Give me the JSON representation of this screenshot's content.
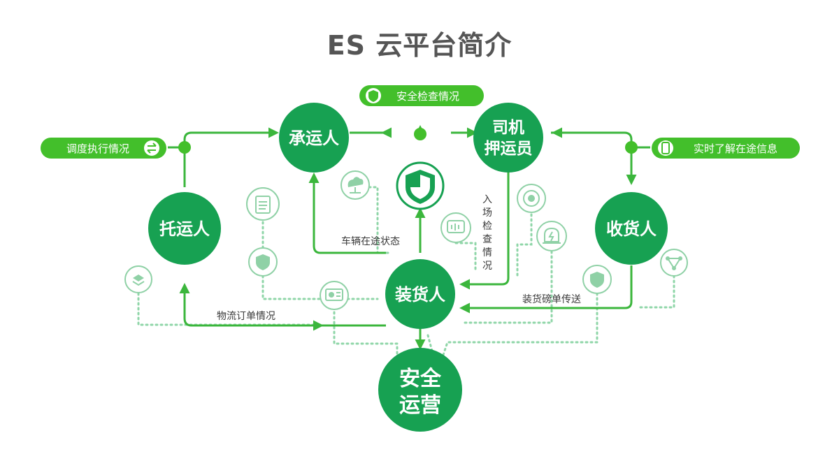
{
  "title": "ES 云平台简介",
  "colors": {
    "node": "#17a152",
    "line": "#3bb63c",
    "dotted": "#8fd6a8",
    "pill": "#43bf2b",
    "icon_bg": "#ffffff",
    "icon_stroke": "#8fd1a6"
  },
  "nodes": {
    "shipper": "托运人",
    "carrier": "承运人",
    "driver_line1": "司机",
    "driver_line2": "押运员",
    "consignee": "收货人",
    "loader": "装货人",
    "safety_line1": "安全",
    "safety_line2": "运营"
  },
  "pills": {
    "dispatch": "调度执行情况",
    "safety_check": "安全检查情况",
    "realtime": "实时了解在途信息"
  },
  "edge_labels": {
    "vehicle_status": "车辆在途状态",
    "entry_check": [
      "入",
      "场",
      "检",
      "查",
      "情",
      "况"
    ],
    "logistics_order": "物流订单情况",
    "weighbridge": "装货磅单传送"
  },
  "icons": [
    "shield-icon",
    "cloud-network-icon",
    "clipboard-icon",
    "shield-small-icon",
    "layers-sync-icon",
    "monitor-chart-icon",
    "voice-chat-icon",
    "ai-sync-icon",
    "alarm-light-icon",
    "shield-right-icon",
    "share-nodes-icon",
    "arrows-swap-icon",
    "phone-icon"
  ]
}
